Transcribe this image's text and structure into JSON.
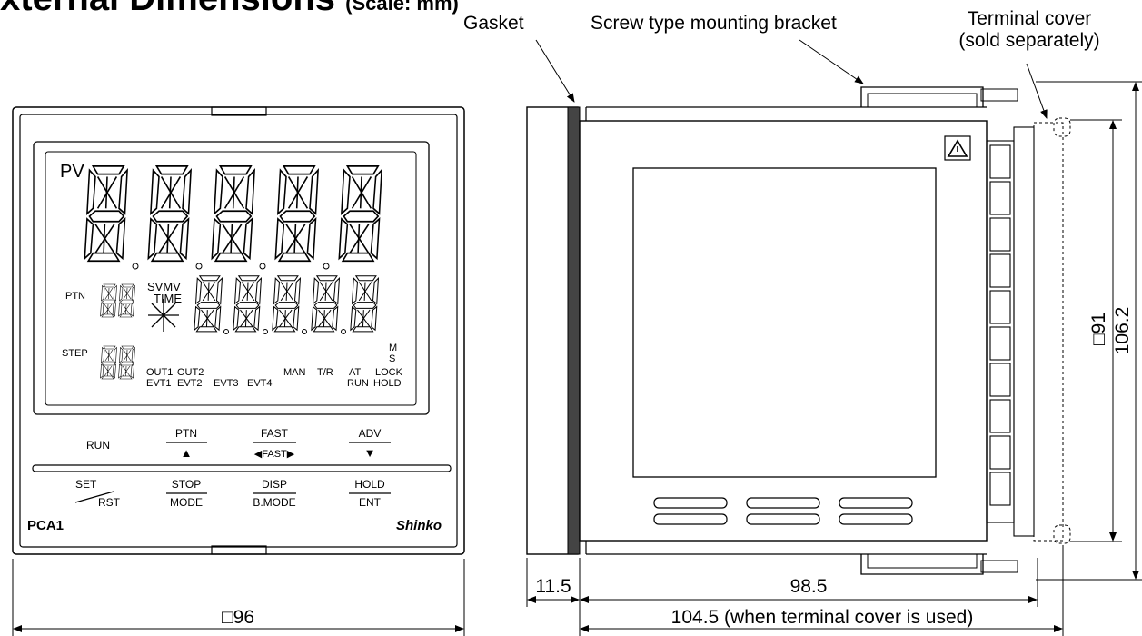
{
  "title": {
    "text": "xternal Dimensions",
    "unit": "(Scale: mm)"
  },
  "callouts": {
    "gasket": "Gasket",
    "bracket": "Screw type mounting bracket",
    "terminal_cover_line1": "Terminal cover",
    "terminal_cover_line2": "(sold separately)"
  },
  "front_panel": {
    "model": "PCA1",
    "brand": "Shinko",
    "lcd": {
      "pv": "PV",
      "ptn": "PTN",
      "step": "STEP",
      "svmv": "SVMV",
      "time": "TIME",
      "m": "M",
      "s": "S",
      "status_top": [
        "OUT1",
        "OUT2",
        "MAN",
        "T/R",
        "AT",
        "LOCK"
      ],
      "status_bottom": [
        "EVT1",
        "EVT2",
        "EVT3",
        "EVT4",
        "RUN",
        "HOLD"
      ]
    },
    "keys_row1": [
      {
        "top": "RUN",
        "bottom": ""
      },
      {
        "top": "PTN",
        "bottom": "▲"
      },
      {
        "top": "FAST",
        "bottom": "◀FAST▶"
      },
      {
        "top": "ADV",
        "bottom": "▼"
      }
    ],
    "keys_row2": [
      {
        "top": "SET",
        "bottom": "RST"
      },
      {
        "top": "STOP",
        "bottom": "MODE"
      },
      {
        "top": "DISP",
        "bottom": "B.MODE"
      },
      {
        "top": "HOLD",
        "bottom": "ENT"
      }
    ],
    "width_dim": "□96"
  },
  "side_view": {
    "dim_gasket": "11.5",
    "dim_body": "98.5",
    "dim_total": "104.5 (when terminal cover is used)",
    "dim_panel_cutout": "□91",
    "dim_height": "106.2",
    "warning_symbol": "warning-triangle-icon"
  }
}
